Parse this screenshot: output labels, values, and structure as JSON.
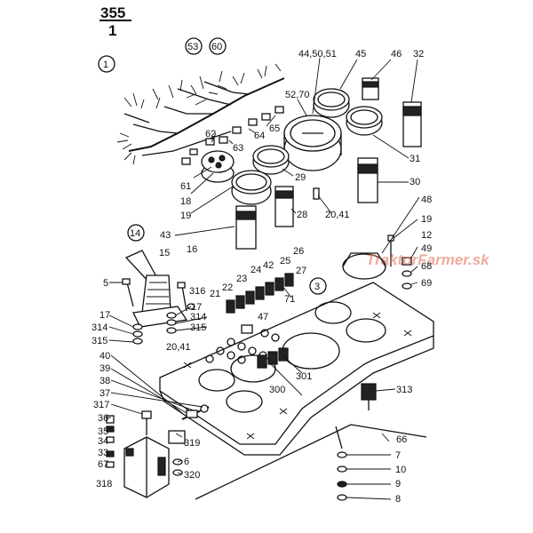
{
  "header": {
    "sheet": "355",
    "sub": "1"
  },
  "watermark": "TraktorFarmer.sk",
  "callouts": {
    "c1": "1",
    "c3": "3",
    "c14": "14",
    "c53": "53",
    "c60": "60"
  },
  "labels": [
    {
      "id": "l-4450",
      "text": "44,50,51"
    },
    {
      "id": "l-45",
      "text": "45"
    },
    {
      "id": "l-46",
      "text": "46"
    },
    {
      "id": "l-32",
      "text": "32"
    },
    {
      "id": "l-5270",
      "text": "52,70"
    },
    {
      "id": "l-65",
      "text": "65"
    },
    {
      "id": "l-64",
      "text": "64"
    },
    {
      "id": "l-62",
      "text": "62"
    },
    {
      "id": "l-63",
      "text": "63"
    },
    {
      "id": "l-31",
      "text": "31"
    },
    {
      "id": "l-30",
      "text": "30"
    },
    {
      "id": "l-29",
      "text": "29"
    },
    {
      "id": "l-28",
      "text": "28"
    },
    {
      "id": "l-2041a",
      "text": "20,41"
    },
    {
      "id": "l-61",
      "text": "61"
    },
    {
      "id": "l-18",
      "text": "18"
    },
    {
      "id": "l-19a",
      "text": "19"
    },
    {
      "id": "l-43",
      "text": "43"
    },
    {
      "id": "l-48",
      "text": "48"
    },
    {
      "id": "l-19b",
      "text": "19"
    },
    {
      "id": "l-49",
      "text": "49"
    },
    {
      "id": "l-68",
      "text": "68"
    },
    {
      "id": "l-69",
      "text": "69"
    },
    {
      "id": "l-15",
      "text": "15"
    },
    {
      "id": "l-16",
      "text": "16"
    },
    {
      "id": "l-26",
      "text": "26"
    },
    {
      "id": "l-25",
      "text": "25"
    },
    {
      "id": "l-42",
      "text": "42"
    },
    {
      "id": "l-24",
      "text": "24"
    },
    {
      "id": "l-27",
      "text": "27"
    },
    {
      "id": "l-23",
      "text": "23"
    },
    {
      "id": "l-22",
      "text": "22"
    },
    {
      "id": "l-21",
      "text": "21"
    },
    {
      "id": "l-316",
      "text": "316"
    },
    {
      "id": "l-71",
      "text": "71"
    },
    {
      "id": "l-5",
      "text": "5"
    },
    {
      "id": "l-17a",
      "text": "17"
    },
    {
      "id": "l-17b",
      "text": "17"
    },
    {
      "id": "l-314a",
      "text": "314"
    },
    {
      "id": "l-314b",
      "text": "314"
    },
    {
      "id": "l-315a",
      "text": "315"
    },
    {
      "id": "l-315b",
      "text": "315"
    },
    {
      "id": "l-47",
      "text": "47"
    },
    {
      "id": "l-2041b",
      "text": "20,41"
    },
    {
      "id": "l-40",
      "text": "40"
    },
    {
      "id": "l-39",
      "text": "39"
    },
    {
      "id": "l-38",
      "text": "38"
    },
    {
      "id": "l-37",
      "text": "37"
    },
    {
      "id": "l-317",
      "text": "317"
    },
    {
      "id": "l-36",
      "text": "36"
    },
    {
      "id": "l-35",
      "text": "35"
    },
    {
      "id": "l-34",
      "text": "34"
    },
    {
      "id": "l-33",
      "text": "33"
    },
    {
      "id": "l-67",
      "text": "67"
    },
    {
      "id": "l-318",
      "text": "318"
    },
    {
      "id": "l-301",
      "text": "301"
    },
    {
      "id": "l-300",
      "text": "300"
    },
    {
      "id": "l-313",
      "text": "313"
    },
    {
      "id": "l-319",
      "text": "319"
    },
    {
      "id": "l-6",
      "text": "6"
    },
    {
      "id": "l-320",
      "text": "320"
    },
    {
      "id": "l-66",
      "text": "66"
    },
    {
      "id": "l-7",
      "text": "7"
    },
    {
      "id": "l-10",
      "text": "10"
    },
    {
      "id": "l-9",
      "text": "9"
    },
    {
      "id": "l-8",
      "text": "8"
    },
    {
      "id": "l-12",
      "text": "12"
    }
  ]
}
